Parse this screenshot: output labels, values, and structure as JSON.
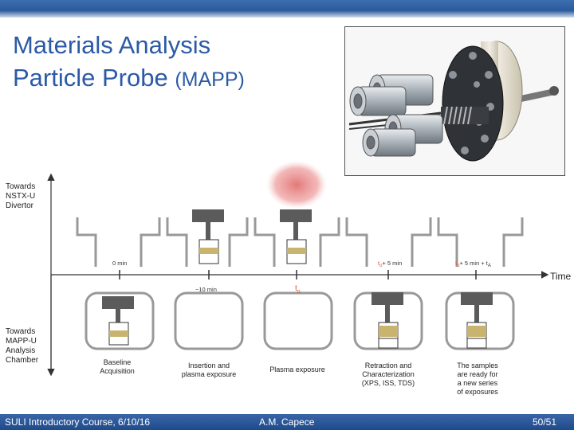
{
  "slide": {
    "title_line1": "Materials Analysis",
    "title_line2": "Particle Probe",
    "title_abbr": "(MAPP)"
  },
  "diagram": {
    "left_top_label": [
      "Towards",
      "NSTX-U",
      "Divertor"
    ],
    "left_bottom_label": [
      "Towards",
      "MAPP-U",
      "Analysis",
      "Chamber"
    ],
    "axis_label": "Time",
    "time_marks": {
      "t0min": "0 min",
      "t10min": "~10 min",
      "t0": "t",
      "t0_sub": "o",
      "t5min_a": "t",
      "t5min_a_sub": "o",
      "t5min_a_rest": "+ 5 min",
      "t5min_b": "t",
      "t5min_b_sub": "o",
      "t5min_b_rest": "+ 5 min + t",
      "t5min_b_sub2": "A"
    },
    "stages": [
      {
        "caption": [
          "Baseline",
          "Acquisition"
        ]
      },
      {
        "caption": [
          "Insertion and",
          "plasma exposure"
        ]
      },
      {
        "caption": [
          "Plasma exposure"
        ]
      },
      {
        "caption": [
          "Retraction and",
          "Characterization",
          "(XPS, ISS, TDS)"
        ]
      },
      {
        "caption": [
          "The samples",
          "are ready for",
          "a new series",
          "of exposures"
        ]
      }
    ]
  },
  "footer": {
    "left": "SULI Introductory Course, 6/10/16",
    "center": "A.M. Capece",
    "right": "50/51"
  },
  "colors": {
    "title": "#2b5aa6",
    "footer_bg": "#1f4a8a",
    "sample": "#c8b46e",
    "plasma": "#e88a8a"
  }
}
